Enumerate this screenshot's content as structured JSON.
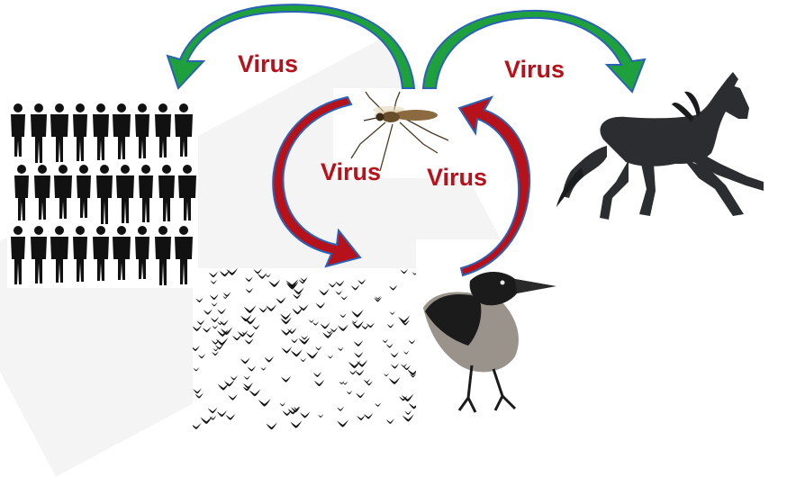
{
  "colors": {
    "label": "#b5121b",
    "green_arrow": "#1ea13c",
    "green_arrow_dark": "#0f7a28",
    "red_arrow": "#b5121b",
    "red_arrow_dark": "#7a0a10",
    "arrow_outline": "#2a62b8",
    "silhouette": "#111111",
    "horse": "#2b2d30",
    "crow_grey": "#9a938b",
    "crow_black": "#1b1b1b"
  },
  "labels": {
    "to_humans": "Virus",
    "to_horse": "Virus",
    "to_birds": "Virus",
    "from_crow": "Virus"
  },
  "images": {
    "humans": "people-silhouettes-icon",
    "mosquito": "mosquito-icon",
    "horse": "horse-icon",
    "bird_flock": "bird-flock-icon",
    "crow": "crow-icon"
  }
}
